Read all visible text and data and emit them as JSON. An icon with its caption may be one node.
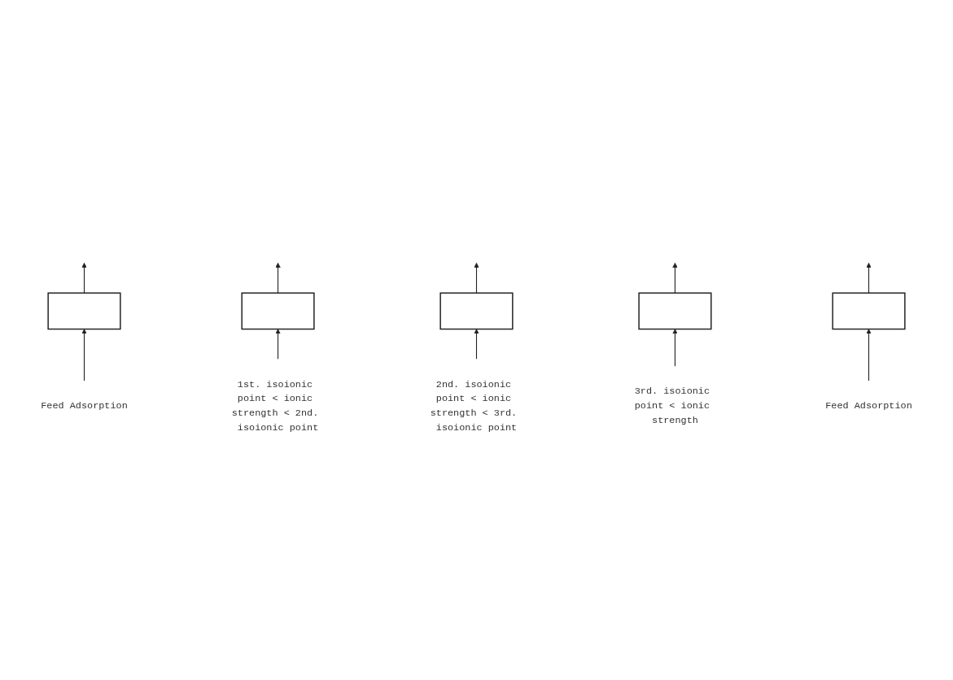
{
  "diagram": {
    "nodes": [
      {
        "text": [],
        "shape": "box"
      },
      {
        "text": [],
        "shape": "box"
      },
      {
        "text": [],
        "shape": "box"
      },
      {
        "text": [],
        "shape": "box"
      },
      {
        "text": [],
        "shape": "box"
      },
      {
        "text": [
          "Feed Adsorption"
        ]
      },
      {
        "text": [
          "1st. isoionic point < ionic strength < 2nd. isoionic point"
        ]
      },
      {
        "text": [
          "2nd. isoionic point < ionic strength < 3rd. isoionic point"
        ]
      },
      {
        "text": [
          "3rd. isoionic point < ionic strength"
        ]
      },
      {
        "text": [
          "Feed Adsorption"
        ]
      }
    ],
    "edges": [
      {
        "from": 0,
        "to": null,
        "arrow": "to"
      },
      {
        "from": 1,
        "to": null,
        "arrow": "to"
      },
      {
        "from": 2,
        "to": null,
        "arrow": "to"
      },
      {
        "from": 3,
        "to": null,
        "arrow": "to"
      },
      {
        "from": 4,
        "to": null,
        "arrow": "to"
      },
      {
        "from": 5,
        "to": 0,
        "arrow": "to"
      },
      {
        "from": 6,
        "to": 1,
        "arrow": "to"
      },
      {
        "from": 7,
        "to": 2,
        "arrow": "to"
      },
      {
        "from": 8,
        "to": 3,
        "arrow": "to"
      },
      {
        "from": 9,
        "to": 4,
        "arrow": "to"
      }
    ]
  }
}
